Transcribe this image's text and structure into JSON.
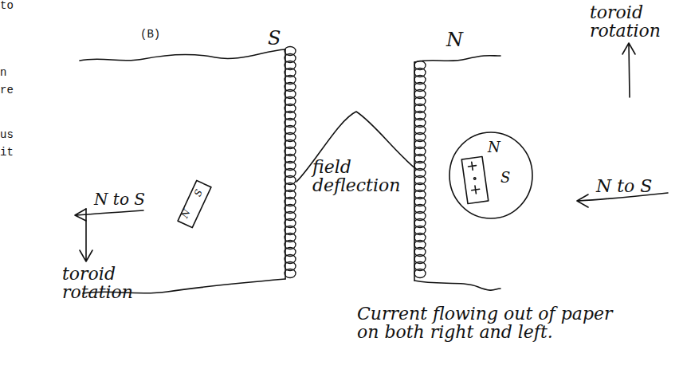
{
  "diagram": {
    "labels": [
      "to",
      "(B)",
      "n",
      "re",
      "us",
      "it",
      "toroid rotation",
      "S",
      "N",
      "N",
      "S",
      "field deflection",
      "N",
      "S",
      "N to S",
      "N to S",
      "toroid rotation",
      "Current flowing out of paper on both right and left."
    ]
  }
}
